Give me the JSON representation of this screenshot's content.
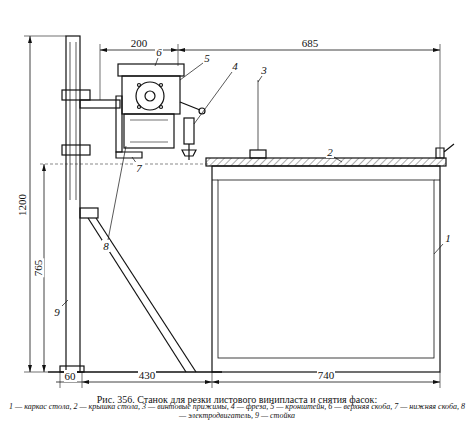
{
  "diagram": {
    "caption": "Рис. 356. Станок для резки листового винипласта и снятия фасок:",
    "labels": [
      "1200",
      "765",
      "200",
      "685",
      "430",
      "740",
      "60",
      "1",
      "2",
      "3",
      "4",
      "5",
      "6",
      "7",
      "8",
      "9",
      "1 — каркас стола, 2 — крышка стола, 3 — винтовые прижимы, 4 — фреза, 5 — кронштейн, 6 — верхняя скоба, 7 — нижняя скоба, 8 — электродвигатель, 9 — стойка"
    ]
  }
}
